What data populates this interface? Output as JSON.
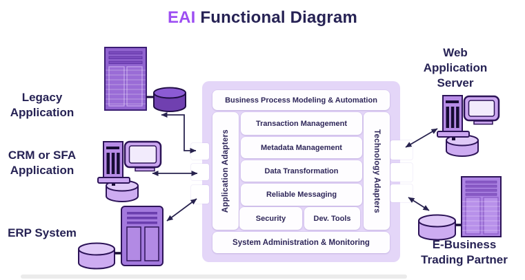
{
  "title": {
    "accent": "EAI",
    "rest": " Functional Diagram"
  },
  "nodes": {
    "legacy": {
      "lines": [
        "Legacy",
        "Application"
      ]
    },
    "crm": {
      "lines": [
        "CRM or SFA",
        "Application"
      ]
    },
    "erp": {
      "lines": [
        "ERP System"
      ]
    },
    "web": {
      "lines": [
        "Web",
        "Application",
        "Server"
      ]
    },
    "ebusiness": {
      "lines": [
        "E-Business",
        "Trading Partner"
      ]
    }
  },
  "center": {
    "top_bar": "Business Process Modeling & Automation",
    "left_column": "Application Adapters",
    "right_column": "Technology Adapters",
    "rows": [
      "Transaction Management",
      "Metadata Management",
      "Data Transformation",
      "Reliable Messaging"
    ],
    "bottom_row": [
      "Security",
      "Dev. Tools"
    ],
    "bottom_bar": "System Administration & Monitoring"
  },
  "icons": [
    "legacy-mainframe-icon",
    "legacy-database-icon",
    "crm-server-icon",
    "crm-monitor-icon",
    "crm-database-icon",
    "erp-server-icon",
    "erp-database-icon",
    "web-server-icon",
    "web-monitor-icon",
    "web-database-icon",
    "ebusiness-mainframe-icon",
    "ebusiness-database-icon"
  ],
  "colors": {
    "title_accent": "#9d4ef2",
    "ink": "#262254",
    "panel_lavender": "#e4d6f8",
    "card_white": "#fefdff",
    "arrow": "#27224e",
    "mainframe_fill": "#9164d0",
    "mainframe_border": "#3b1d74",
    "dark_cylinder": "#7040b0",
    "tower_fill": "#b78ce6",
    "tower_bars": "#170c34",
    "monitor_frame": "#cba6f0",
    "monitor_screen": "#f2ebfc",
    "light_cylinder": "#cdacf1",
    "erp_fill": "#a379dd",
    "ebusiness_fill": "#ad84e3"
  }
}
